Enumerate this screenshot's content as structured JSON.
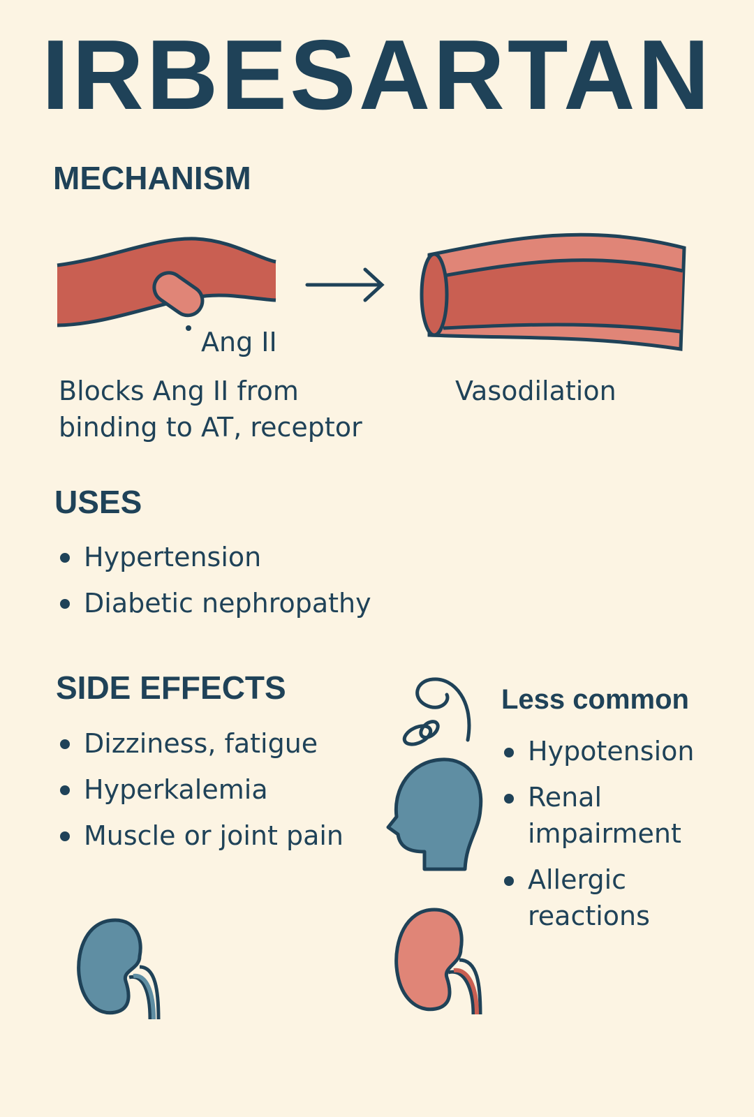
{
  "title": "IRBESARTAN",
  "mechanism": {
    "heading": "MECHANISM",
    "ang_label": "Ang II",
    "description": "Blocks Ang II from binding to AT, receptor",
    "result": "Vasodilation"
  },
  "uses": {
    "heading": "USES",
    "items": [
      "Hypertension",
      "Diabetic nephropathy"
    ]
  },
  "side_effects": {
    "heading": "SIDE EFFECTS",
    "items": [
      "Dizziness, fatigue",
      "Hyperkalemia",
      "Muscle or joint pain"
    ],
    "less_common_heading": "Less common",
    "less_common": [
      "Hypotension",
      "Renal impairment",
      "Allergic reactions"
    ]
  },
  "colors": {
    "background": "#fcf4e3",
    "text": "#1f4258",
    "vessel": "#c95f52",
    "vessel_light": "#e08577",
    "blue": "#5f8ea3"
  }
}
